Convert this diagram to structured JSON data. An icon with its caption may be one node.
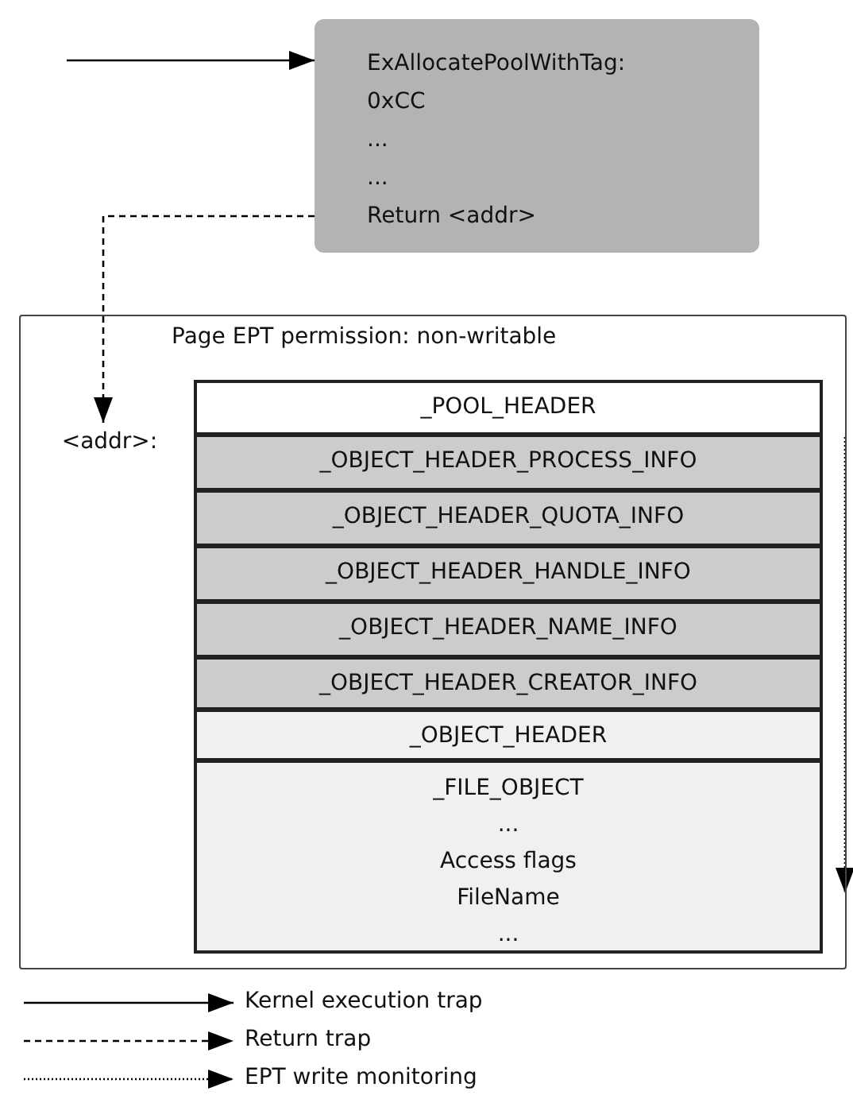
{
  "diagram": {
    "nodes": [
      {
        "text": [
          "ExAllocatePoolWithTag:",
          "0xCC",
          "...",
          "...",
          "Return <addr>"
        ]
      },
      {
        "text": [
          "Page EPT permission: non-writable"
        ]
      },
      {
        "text": [
          "<addr>:"
        ],
        "in": 1
      },
      {
        "text": [
          "_POOL_HEADER"
        ],
        "in": 1
      },
      {
        "text": [
          "_OBJECT_HEADER_PROCESS_INFO"
        ],
        "in": 1
      },
      {
        "text": [
          "_OBJECT_HEADER_QUOTA_INFO"
        ],
        "in": 1
      },
      {
        "text": [
          "_OBJECT_HEADER_HANDLE_INFO"
        ],
        "in": 1
      },
      {
        "text": [
          "_OBJECT_HEADER_NAME_INFO"
        ],
        "in": 1
      },
      {
        "text": [
          "_OBJECT_HEADER_CREATOR_INFO"
        ],
        "in": 1
      },
      {
        "text": [
          "_OBJECT_HEADER"
        ],
        "in": 1
      },
      {
        "text": [
          "_FILE_OBJECT",
          "...",
          "Access flags",
          "FileName",
          "..."
        ],
        "in": 1
      }
    ],
    "edges": [
      {
        "from": null,
        "to": 0,
        "arrow": "to"
      },
      {
        "from": 0,
        "to": 2,
        "arrow": "to",
        "style": "dashed"
      }
    ],
    "legend": [
      {
        "text": "Kernel execution trap"
      },
      {
        "text": "Return trap"
      },
      {
        "text": "EPT write monitoring"
      }
    ]
  }
}
